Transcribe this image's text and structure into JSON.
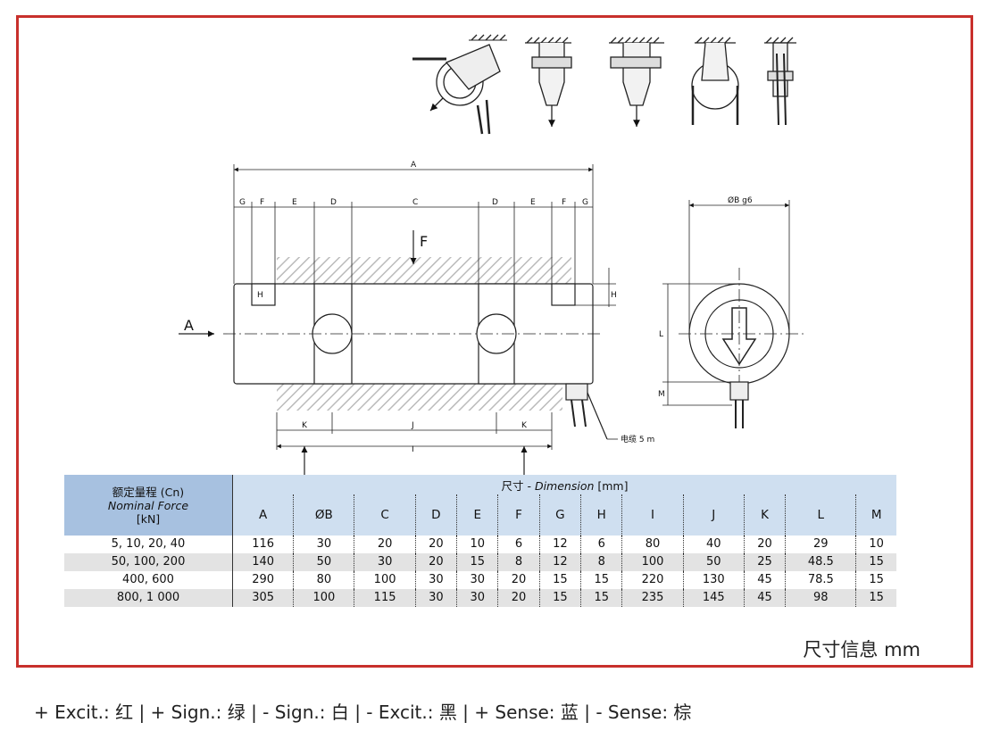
{
  "drawing": {
    "label_A": "A",
    "label_B": "ØB g6",
    "label_C": "C",
    "label_D": "D",
    "label_E": "E",
    "label_F": "F",
    "label_G": "G",
    "label_H": "H",
    "label_I": "I",
    "label_J": "J",
    "label_K": "K",
    "label_L": "L",
    "label_M": "M",
    "force_label": "F",
    "view_arrow_label": "A",
    "cable_note": "电缆 5 m"
  },
  "table": {
    "force_header_cn": "额定量程 (Cn)",
    "force_header_en": "Nominal Force",
    "force_header_unit": "[kN]",
    "dimension_header_cn": "尺寸 - ",
    "dimension_header_en": "Dimension",
    "dimension_header_unit": " [mm]",
    "columns": [
      "A",
      "ØB",
      "C",
      "D",
      "E",
      "F",
      "G",
      "H",
      "I",
      "J",
      "K",
      "L",
      "M"
    ],
    "rows": [
      {
        "force": "5, 10, 20, 40",
        "values": [
          "116",
          "30",
          "20",
          "20",
          "10",
          "6",
          "12",
          "6",
          "80",
          "40",
          "20",
          "29",
          "10"
        ]
      },
      {
        "force": "50, 100, 200",
        "values": [
          "140",
          "50",
          "30",
          "20",
          "15",
          "8",
          "12",
          "8",
          "100",
          "50",
          "25",
          "48.5",
          "15"
        ]
      },
      {
        "force": "400, 600",
        "values": [
          "290",
          "80",
          "100",
          "30",
          "30",
          "20",
          "15",
          "15",
          "220",
          "130",
          "45",
          "78.5",
          "15"
        ]
      },
      {
        "force": "800, 1 000",
        "values": [
          "305",
          "100",
          "115",
          "30",
          "30",
          "20",
          "15",
          "15",
          "235",
          "145",
          "45",
          "98",
          "15"
        ]
      }
    ]
  },
  "unit_note": "尺寸信息 mm",
  "wiring_note": "+ Excit.: 红 | + Sign.: 绿 | - Sign.: 白 | - Excit.: 黑 | + Sense: 蓝 | - Sense: 棕",
  "colors": {
    "frame": "#c8302c",
    "header_force_bg": "#a7c1e0",
    "header_dim_bg": "#cfdff0",
    "row_shade": "#e3e3e3"
  }
}
